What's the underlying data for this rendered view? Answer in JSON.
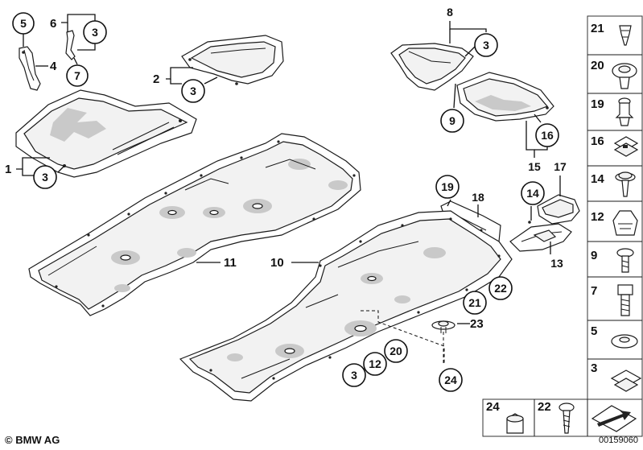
{
  "callouts": [
    {
      "id": "c5",
      "text": "5"
    },
    {
      "id": "c6",
      "text": "6"
    },
    {
      "id": "c3a",
      "text": "3"
    },
    {
      "id": "c4",
      "text": "4"
    },
    {
      "id": "c7",
      "text": "7"
    },
    {
      "id": "c2",
      "text": "2"
    },
    {
      "id": "c3b",
      "text": "3"
    },
    {
      "id": "c1",
      "text": "1"
    },
    {
      "id": "c3c",
      "text": "3"
    },
    {
      "id": "c8",
      "text": "8"
    },
    {
      "id": "c3d",
      "text": "3"
    },
    {
      "id": "c9",
      "text": "9"
    },
    {
      "id": "c16",
      "text": "16"
    },
    {
      "id": "c15",
      "text": "15"
    },
    {
      "id": "c17",
      "text": "17"
    },
    {
      "id": "c19a",
      "text": "19"
    },
    {
      "id": "c18",
      "text": "18"
    },
    {
      "id": "c14a",
      "text": "14"
    },
    {
      "id": "c13",
      "text": "13"
    },
    {
      "id": "c11",
      "text": "11"
    },
    {
      "id": "c10",
      "text": "10"
    },
    {
      "id": "c22a",
      "text": "22"
    },
    {
      "id": "c21a",
      "text": "21"
    },
    {
      "id": "c23",
      "text": "23"
    },
    {
      "id": "c20a",
      "text": "20"
    },
    {
      "id": "c12a",
      "text": "12"
    },
    {
      "id": "c3e",
      "text": "3"
    },
    {
      "id": "c24a",
      "text": "24"
    }
  ],
  "side_panel": [
    "21",
    "20",
    "19",
    "16",
    "14",
    "12",
    "9",
    "7",
    "5",
    "3"
  ],
  "bottom_panel": [
    "24",
    "22"
  ],
  "footer": {
    "copyright": "© BMW AG",
    "drawing_number": "00159060"
  }
}
